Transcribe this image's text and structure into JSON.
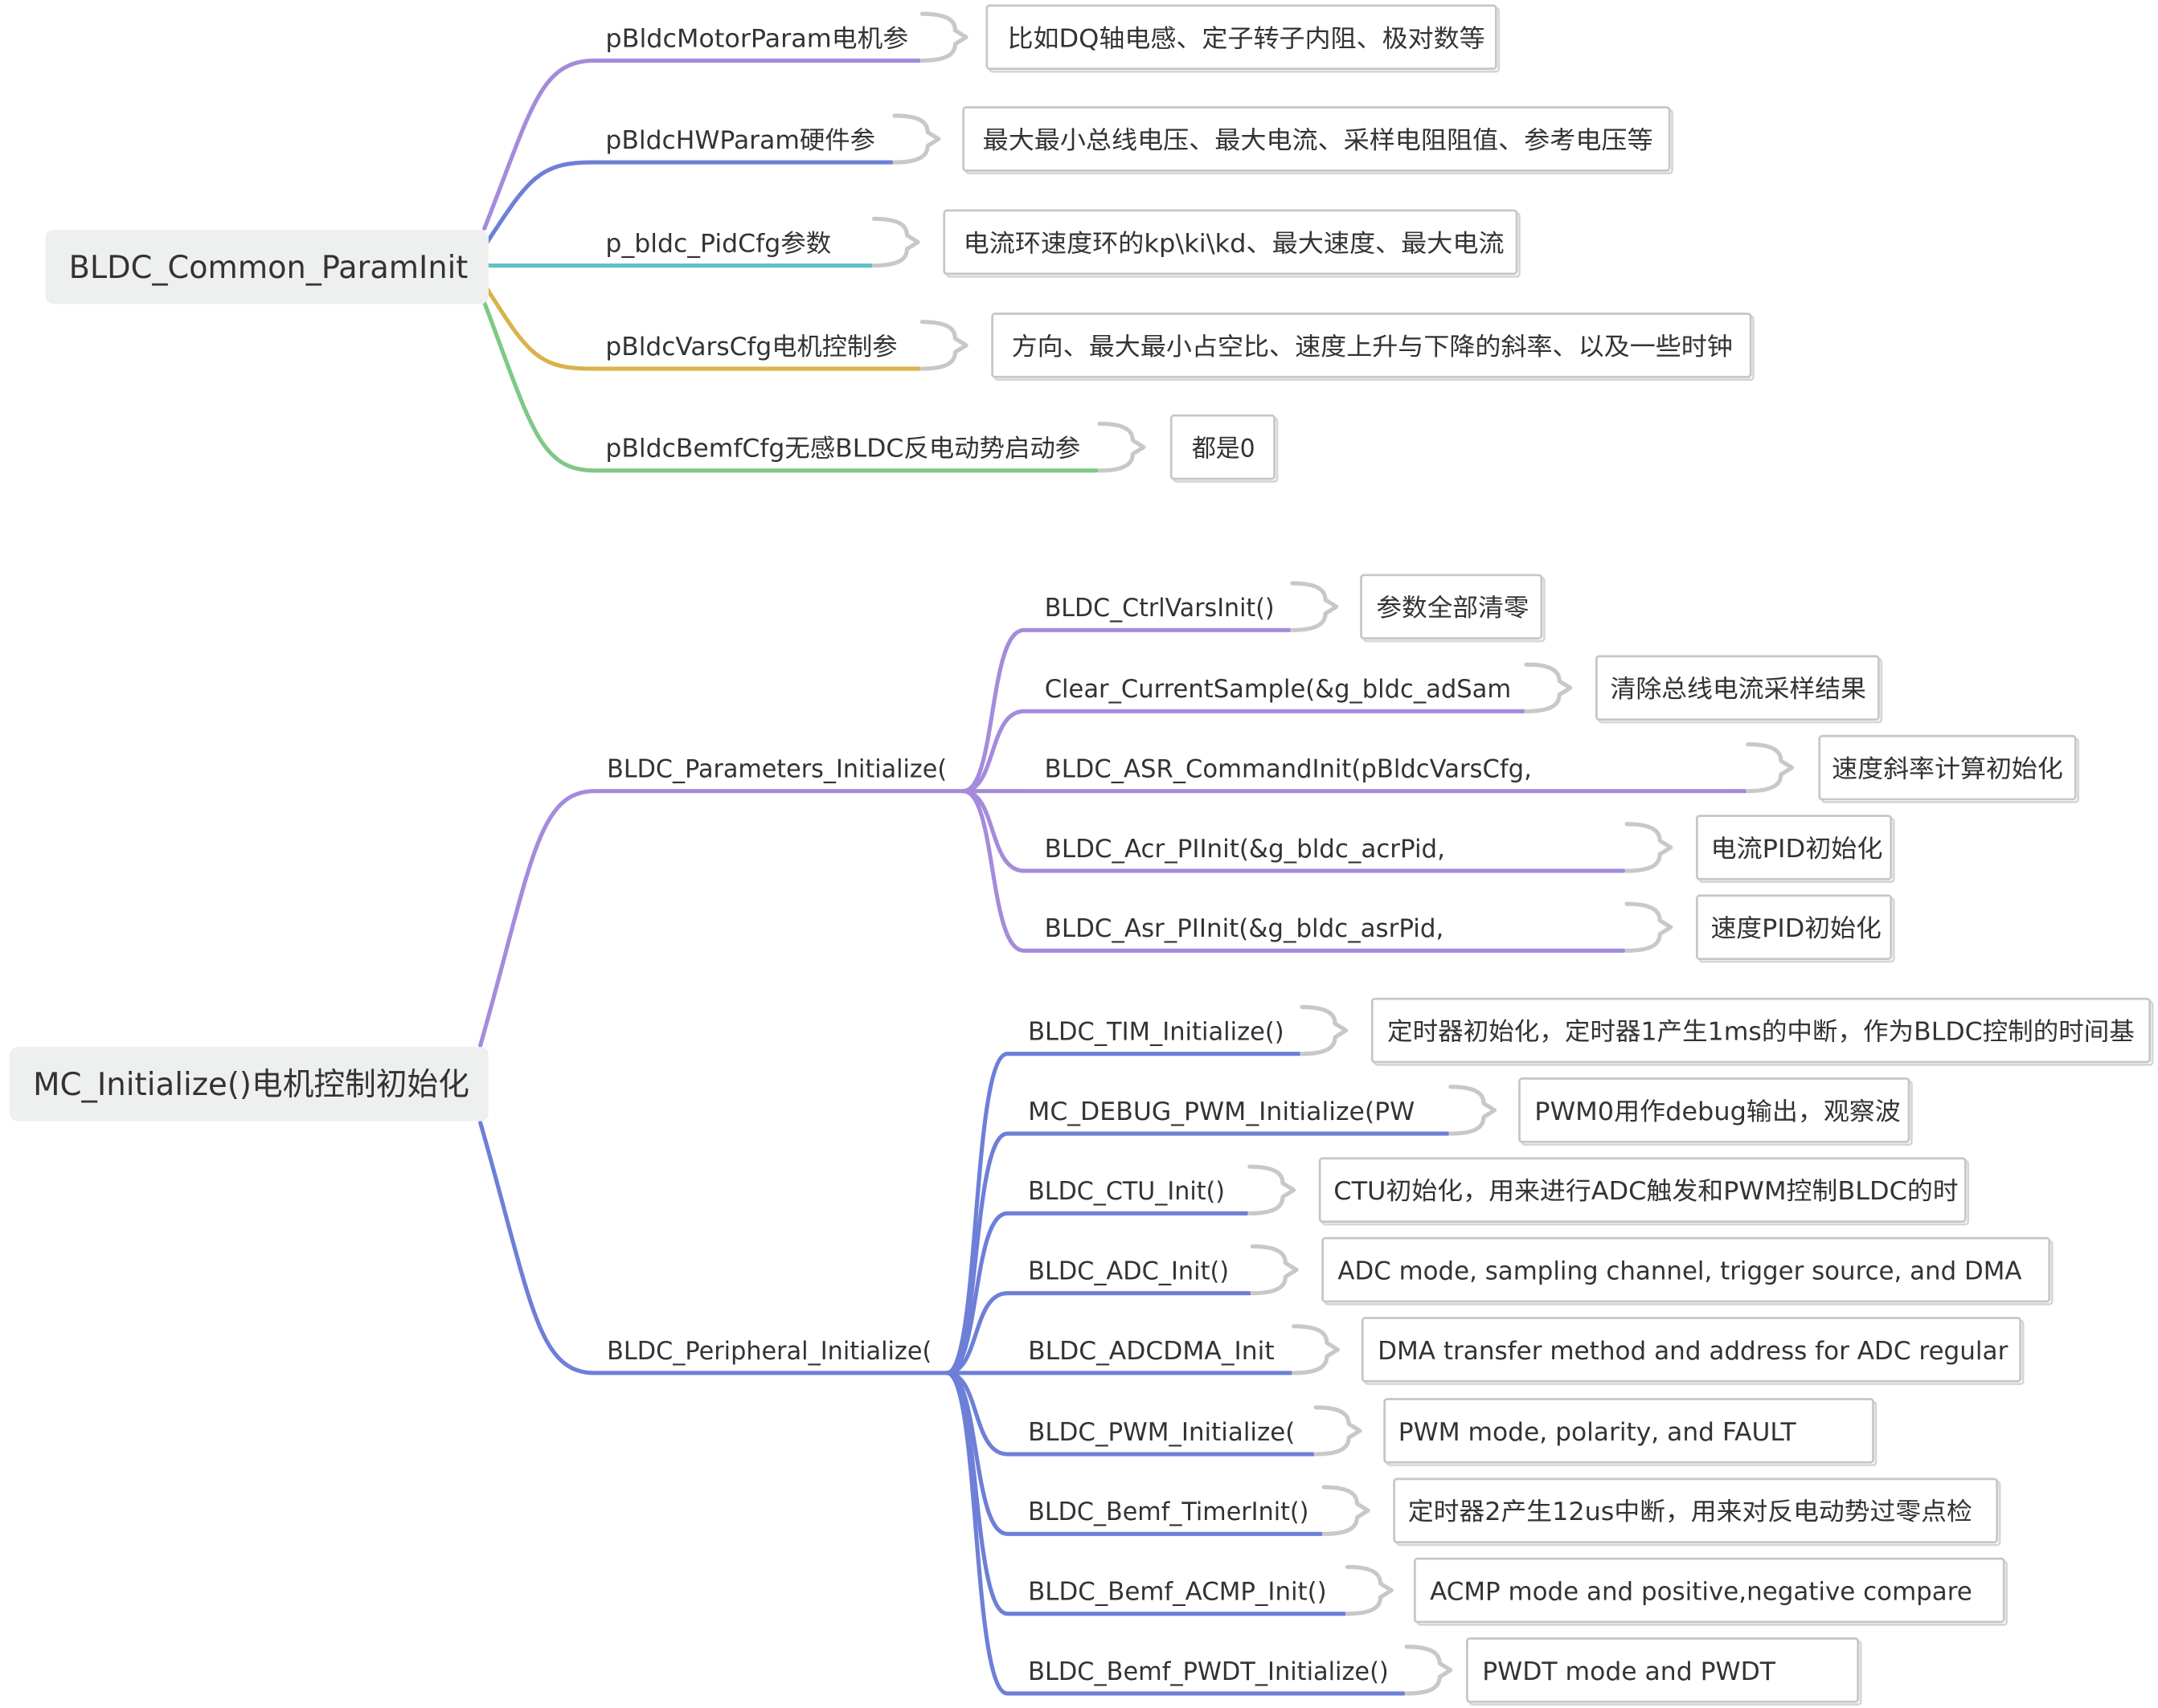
{
  "colors": {
    "purple": "#a48bdc",
    "blue": "#6d7fd7",
    "teal": "#5fc1c5",
    "gold": "#d8b34c",
    "green": "#7fc886",
    "root_fill": "#eef0ef",
    "brace": "#c8c8c8",
    "note_border": "#c6c6c6",
    "text": "#333333"
  },
  "common": {
    "root": "BLDC_Common_ParamInit",
    "items": [
      {
        "label": "pBldcMotorParam电机参",
        "note": "比如DQ轴电感、定子转子内阻、极对数等"
      },
      {
        "label": "pBldcHWParam硬件参",
        "note": "最大最小总线电压、最大电流、采样电阻阻值、参考电压等"
      },
      {
        "label": "p_bldc_PidCfg参数",
        "note": "电流环速度环的kp\\ki\\kd、最大速度、最大电流"
      },
      {
        "label": "pBldcVarsCfg电机控制参",
        "note": "方向、最大最小占空比、速度上升与下降的斜率、以及一些时钟"
      },
      {
        "label": "pBldcBemfCfg无感BLDC反电动势启动参",
        "note": "都是0"
      }
    ]
  },
  "mc_init": {
    "root": "MC_Initialize()电机控制初始化",
    "parameters": {
      "label": "BLDC_Parameters_Initialize(",
      "items": [
        {
          "label": "BLDC_CtrlVarsInit()",
          "note": "参数全部清零"
        },
        {
          "label": "Clear_CurrentSample(&g_bldc_adSam",
          "note": "清除总线电流采样结果"
        },
        {
          "label": "BLDC_ASR_CommandInit(pBldcVarsCfg,",
          "note": "速度斜率计算初始化"
        },
        {
          "label": "BLDC_Acr_PIInit(&g_bldc_acrPid,",
          "note": "电流PID初始化"
        },
        {
          "label": "BLDC_Asr_PIInit(&g_bldc_asrPid,",
          "note": "速度PID初始化"
        }
      ]
    },
    "peripheral": {
      "label": "BLDC_Peripheral_Initialize(",
      "items": [
        {
          "label": "BLDC_TIM_Initialize()",
          "note": "定时器初始化，定时器1产生1ms的中断，作为BLDC控制的时间基"
        },
        {
          "label": "MC_DEBUG_PWM_Initialize(PW",
          "note": "PWM0用作debug输出，观察波"
        },
        {
          "label": "BLDC_CTU_Init()",
          "note": "CTU初始化，用来进行ADC触发和PWM控制BLDC的时"
        },
        {
          "label": "BLDC_ADC_Init()",
          "note": "ADC mode, sampling channel, trigger source, and DMA"
        },
        {
          "label": "BLDC_ADCDMA_Init",
          "note": "DMA transfer method and address for ADC regular"
        },
        {
          "label": "BLDC_PWM_Initialize(",
          "note": "PWM mode, polarity, and FAULT"
        },
        {
          "label": "BLDC_Bemf_TimerInit()",
          "note": "定时器2产生12us中断，用来对反电动势过零点检"
        },
        {
          "label": "BLDC_Bemf_ACMP_Init()",
          "note": "ACMP mode and positive,negative compare"
        },
        {
          "label": "BLDC_Bemf_PWDT_Initialize()",
          "note": "PWDT mode and PWDT"
        }
      ]
    }
  }
}
